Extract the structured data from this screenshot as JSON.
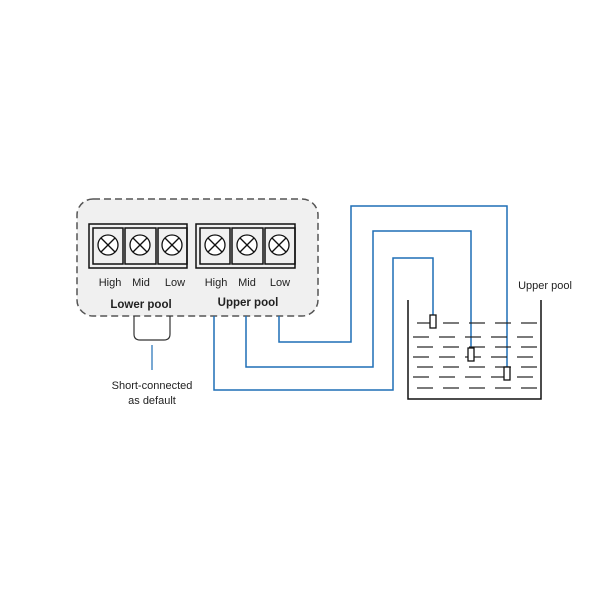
{
  "controller": {
    "lower_block": {
      "title": "Lower pool",
      "terminals": [
        "High",
        "Mid",
        "Low"
      ]
    },
    "upper_block": {
      "title": "Upper pool",
      "terminals": [
        "High",
        "Mid",
        "Low"
      ]
    }
  },
  "note": {
    "line1": "Short-connected",
    "line2": "as default"
  },
  "tank": {
    "label": "Upper pool"
  },
  "colors": {
    "wire": "#1f6fb6",
    "controller_fill": "#f0f0f0"
  }
}
